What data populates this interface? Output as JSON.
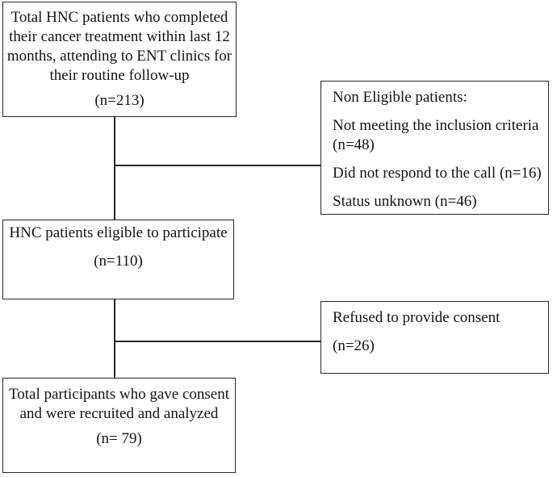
{
  "colors": {
    "background": "#ffffff",
    "border": "#262626",
    "text": "#141414"
  },
  "flowchart": {
    "box_total": {
      "lines": [
        "Total HNC patients who completed",
        "their cancer treatment within last 12",
        "months, attending to ENT clinics for",
        "their routine follow-up"
      ],
      "n": "(n=213)"
    },
    "box_non_eligible": {
      "title": "Non Eligible patients:",
      "items": [
        "Not meeting the inclusion criteria (n=48)",
        "Did not respond to the call (n=16)",
        "Status unknown (n=46)"
      ]
    },
    "box_eligible": {
      "text": "HNC patients eligible to participate",
      "n": "(n=110)"
    },
    "box_refused": {
      "text": "Refused to provide consent",
      "n": "(n=26)"
    },
    "box_recruited": {
      "lines": [
        "Total participants who gave consent",
        "and were recruited and analyzed"
      ],
      "n": "(n= 79)"
    }
  }
}
